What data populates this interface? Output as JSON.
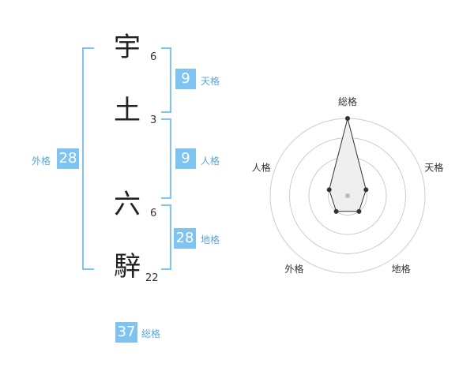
{
  "name": {
    "chars": [
      {
        "char": "宇",
        "strokes": "6"
      },
      {
        "char": "土",
        "strokes": "3"
      },
      {
        "char": "六",
        "strokes": "6"
      },
      {
        "char": "騂",
        "strokes": "22"
      }
    ]
  },
  "scores": {
    "tenkaku": {
      "value": "9",
      "label": "天格"
    },
    "jinkaku": {
      "value": "9",
      "label": "人格"
    },
    "chikaku": {
      "value": "28",
      "label": "地格"
    },
    "gaikaku": {
      "value": "28",
      "label": "外格"
    },
    "soukaku": {
      "value": "37",
      "label": "総格"
    }
  },
  "chart_data": {
    "type": "radar",
    "axes": [
      "総格",
      "天格",
      "地格",
      "外格",
      "人格"
    ],
    "values": [
      4,
      1,
      1,
      1,
      1
    ],
    "max": 4,
    "rings": 4,
    "colors": {
      "fill": "#efefef",
      "stroke": "#333333",
      "ring": "#cccccc",
      "center": "#bbbbbb"
    }
  }
}
